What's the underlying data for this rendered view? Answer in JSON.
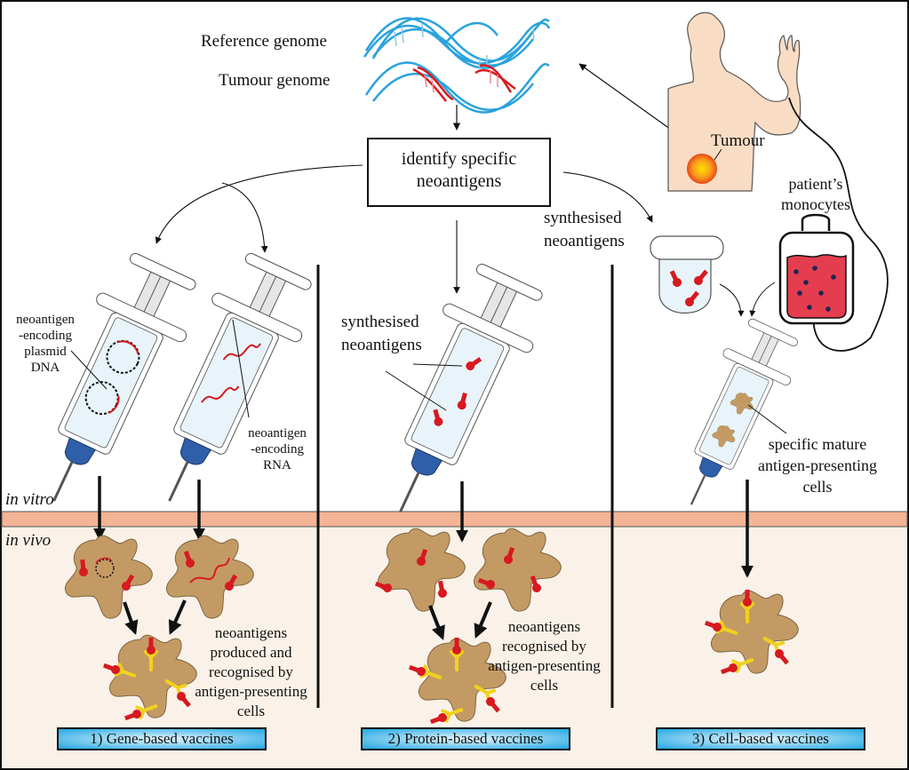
{
  "genomes": {
    "reference_label": "Reference genome",
    "tumour_label": "Tumour genome"
  },
  "patient": {
    "tumour_label": "Tumour",
    "monocytes_label": "patient’s monocytes",
    "monocytes_line1": "patient’s",
    "monocytes_line2": "monocytes"
  },
  "identify_box": {
    "line1": "identify specific",
    "line2": "neoantigens"
  },
  "synthesised_top": {
    "line1": "synthesised",
    "line2": "neoantigens"
  },
  "zones": {
    "in_vitro": "in vitro",
    "in_vivo": "in vivo"
  },
  "gene_column": {
    "plasmid_label": [
      "neoantigen",
      "-encoding",
      "plasmid",
      "DNA"
    ],
    "rna_label": [
      "neoantigen",
      "-encoding",
      "RNA"
    ],
    "outcome_label": [
      "neoantigens",
      "produced and",
      "recognised by",
      "antigen-presenting",
      "cells"
    ],
    "badge": "1) Gene-based vaccines"
  },
  "protein_column": {
    "syringe_label": [
      "synthesised",
      "neoantigens"
    ],
    "outcome_label": [
      "neoantigens",
      "recognised by",
      "antigen-presenting",
      "cells"
    ],
    "badge": "2) Protein-based vaccines"
  },
  "cell_column": {
    "syringe_label": [
      "specific mature",
      "antigen-presenting",
      "cells"
    ],
    "badge": "3) Cell-based vaccines"
  },
  "colors": {
    "dna_blue": "#2aa3dc",
    "mutation_red": "#d71920",
    "cell_brown": "#c49a64",
    "receptor_yellow": "#f2d21b",
    "skin": "#f9dcc4",
    "band_salmon": "#f4b496",
    "in_vivo_bg": "#faf2e8",
    "syringe_fill": "#e8f4fa",
    "syringe_cap": "#2f5fa8",
    "blood_red": "#e43d4f"
  }
}
